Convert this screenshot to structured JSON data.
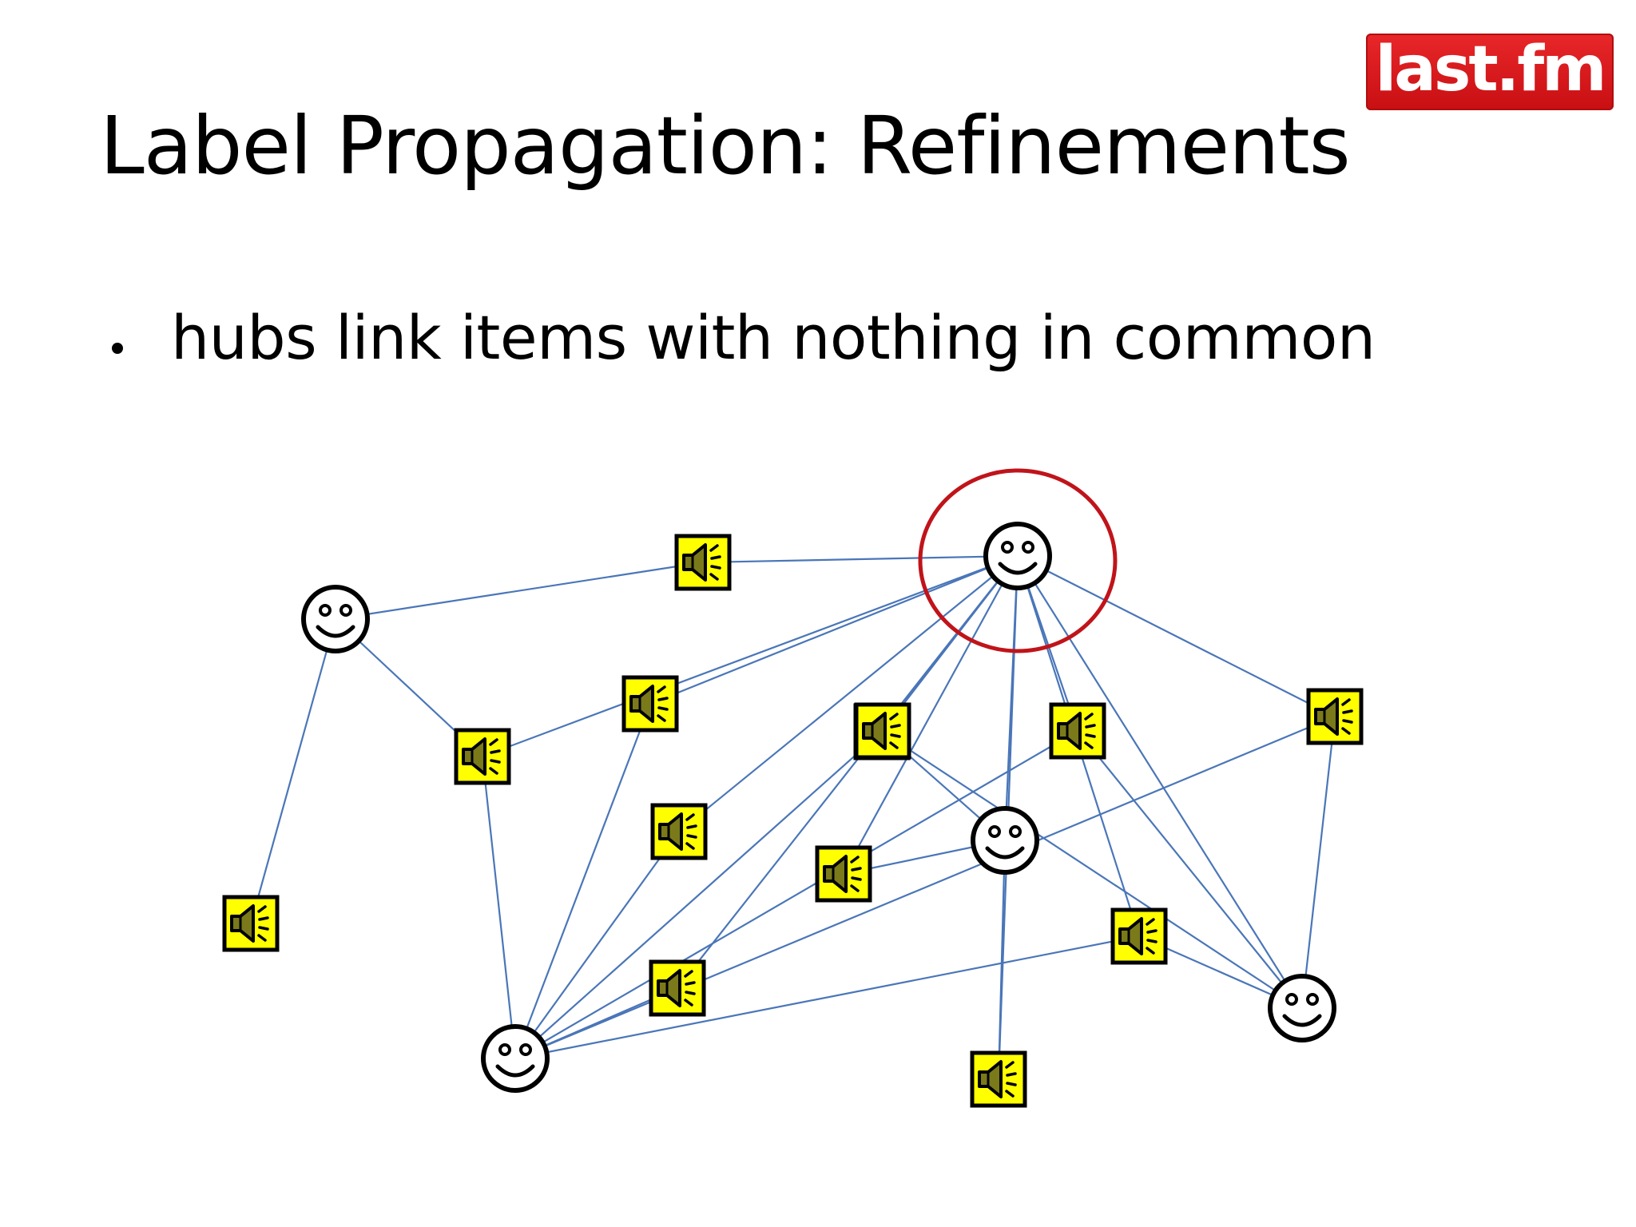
{
  "slide": {
    "title": "Label Propagation: Refinements",
    "bullet": "hubs link items with nothing in common"
  },
  "logo": {
    "text": "last.fm"
  },
  "colors": {
    "edge": "#4a76b8",
    "track_fill": "#ffff00",
    "speaker_fill": "#7a7a1a",
    "hub_highlight": "#c0141a",
    "logo_red": "#d9191c"
  },
  "icons": {
    "user": "smiley-face-icon",
    "track": "speaker-icon"
  },
  "graph": {
    "users": [
      "U1",
      "U2",
      "U3",
      "U4",
      "U5"
    ],
    "tracks": [
      "T1",
      "T2",
      "T3",
      "T4",
      "T5",
      "T6",
      "T7",
      "T8",
      "T9",
      "T10",
      "T11",
      "T12",
      "T13"
    ],
    "hub": "U2",
    "edges": [
      [
        "U1",
        "T1"
      ],
      [
        "U1",
        "T2"
      ],
      [
        "U1",
        "T3"
      ],
      [
        "U2",
        "T1"
      ],
      [
        "U2",
        "T4"
      ],
      [
        "U2",
        "T2"
      ],
      [
        "U2",
        "T5"
      ],
      [
        "U2",
        "T6"
      ],
      [
        "U2",
        "T7"
      ],
      [
        "U2",
        "T8"
      ],
      [
        "U2",
        "T9"
      ],
      [
        "U2",
        "T10"
      ],
      [
        "U2",
        "T11"
      ],
      [
        "U2",
        "T12"
      ],
      [
        "U2",
        "T13"
      ],
      [
        "U2",
        "U4"
      ],
      [
        "U2",
        "U5"
      ],
      [
        "U3",
        "T2"
      ],
      [
        "U3",
        "T4"
      ],
      [
        "U3",
        "T8"
      ],
      [
        "U3",
        "T9"
      ],
      [
        "U3",
        "T10"
      ],
      [
        "U3",
        "T11"
      ],
      [
        "U3",
        "T5"
      ],
      [
        "U3",
        "T13"
      ],
      [
        "U4",
        "T6"
      ],
      [
        "U4",
        "T12"
      ],
      [
        "U4",
        "T7"
      ],
      [
        "U5",
        "T7"
      ],
      [
        "U5",
        "T11"
      ],
      [
        "U5",
        "T13"
      ],
      [
        "U5",
        "T10"
      ]
    ]
  }
}
